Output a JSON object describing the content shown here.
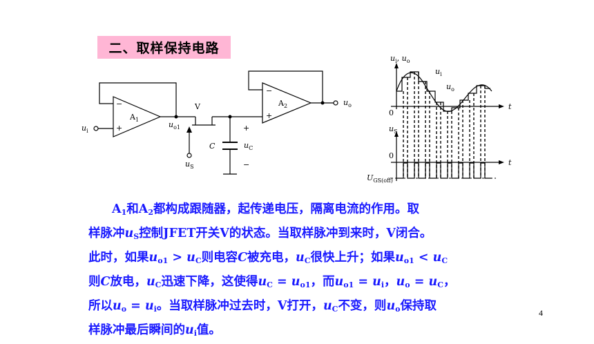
{
  "title": "二、取样保持电路",
  "circuit": {
    "opamp1": "A",
    "opamp1_sub": "1",
    "opamp2": "A",
    "opamp2_sub": "2",
    "input": "u",
    "input_sub": "i",
    "uo1": "u",
    "uo1_sub": "o1",
    "switch": "V",
    "sample": "u",
    "sample_sub": "S",
    "capacitor": "C",
    "uc": "u",
    "uc_sub": "C",
    "output": "u",
    "output_sub": "o",
    "minus": "−",
    "plus": "+"
  },
  "waveform": {
    "y_axis_top": "u",
    "y_axis_top_label_full": "ui, uo",
    "ui_label": "u",
    "ui_sub": "i",
    "uo_label": "u",
    "uo_sub": "o",
    "t_label": "t",
    "origin": "0",
    "us_label": "u",
    "us_sub": "S",
    "ugs_label": "U",
    "ugs_sub": "GS(off)"
  },
  "description_lines": [
    "A1和A2都构成跟随器，起传递电压，隔离电流的作用。取",
    "样脉冲uS控制JFET开关V的状态。当取样脉冲到来时，V闭合。",
    "此时，如果uo1 > uC则电容C被充电，uC很快上升；如果uo1 < uC",
    "则C放电，uC迅速下降，这使得uC = uo1，而uo1 = ui，uo = uC，",
    "所以uo = ui。当取样脉冲过去时，V打开，uC不变，则uo保持取",
    "样脉冲最后瞬间的ui值。"
  ],
  "page_number": "4"
}
